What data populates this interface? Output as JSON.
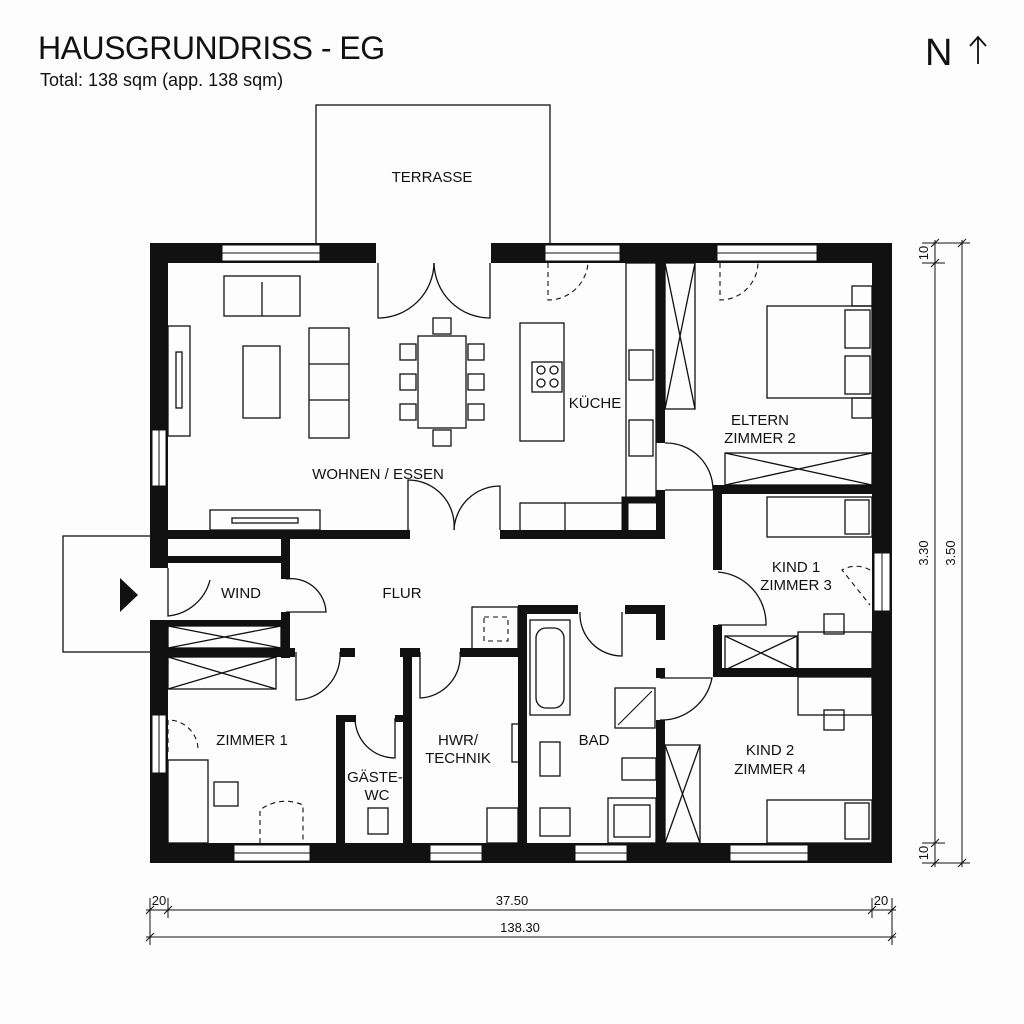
{
  "header": {
    "title": "HAUSGRUNDRISS - EG",
    "subtitle": "Total: 138 sqm (app. 138 sqm)",
    "north_label": "N",
    "north_arrow_icon": "arrow-up-icon"
  },
  "rooms": {
    "terrasse": "TERRASSE",
    "wohnen": "WOHNEN / ESSEN",
    "kueche": "KÜCHE",
    "eltern_line1": "ELTERN",
    "eltern_line2": "ZIMMER 2",
    "kind1_line1": "KIND 1",
    "kind1_line2": "ZIMMER 3",
    "wind": "WIND",
    "flur": "FLUR",
    "zimmer1": "ZIMMER 1",
    "gaeste_line1": "GÄSTE-",
    "gaeste_line2": "WC",
    "hwr_line1": "HWR/",
    "hwr_line2": "TECHNIK",
    "bad": "BAD",
    "kind2_line1": "KIND 2",
    "kind2_line2": "ZIMMER 4"
  },
  "dimensions": {
    "bottom_left": "20",
    "bottom_mid": "37.50",
    "bottom_right": "20",
    "bottom_total": "138.30",
    "right_top": "10",
    "right_mid": "3.30",
    "right_bottom": "10",
    "right_total": "3.50"
  },
  "colors": {
    "wall": "#111111",
    "background": "#fdfdfd"
  }
}
